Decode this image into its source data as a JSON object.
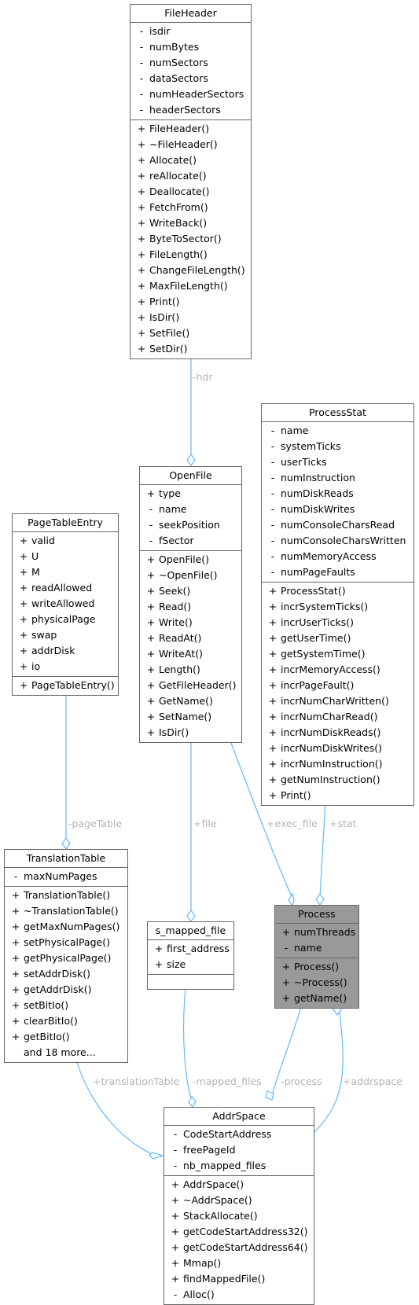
{
  "classes": {
    "fileheader": {
      "name": "FileHeader",
      "attributes": [
        {
          "vis": "-",
          "name": "isdir"
        },
        {
          "vis": "-",
          "name": "numBytes"
        },
        {
          "vis": "-",
          "name": "numSectors"
        },
        {
          "vis": "-",
          "name": "dataSectors"
        },
        {
          "vis": "-",
          "name": "numHeaderSectors"
        },
        {
          "vis": "-",
          "name": "headerSectors"
        }
      ],
      "methods": [
        {
          "vis": "+",
          "name": "FileHeader()"
        },
        {
          "vis": "+",
          "name": "~FileHeader()"
        },
        {
          "vis": "+",
          "name": "Allocate()"
        },
        {
          "vis": "+",
          "name": "reAllocate()"
        },
        {
          "vis": "+",
          "name": "Deallocate()"
        },
        {
          "vis": "+",
          "name": "FetchFrom()"
        },
        {
          "vis": "+",
          "name": "WriteBack()"
        },
        {
          "vis": "+",
          "name": "ByteToSector()"
        },
        {
          "vis": "+",
          "name": "FileLength()"
        },
        {
          "vis": "+",
          "name": "ChangeFileLength()"
        },
        {
          "vis": "+",
          "name": "MaxFileLength()"
        },
        {
          "vis": "+",
          "name": "Print()"
        },
        {
          "vis": "+",
          "name": "IsDir()"
        },
        {
          "vis": "+",
          "name": "SetFile()"
        },
        {
          "vis": "+",
          "name": "SetDir()"
        }
      ]
    },
    "processstat": {
      "name": "ProcessStat",
      "attributes": [
        {
          "vis": "-",
          "name": "name"
        },
        {
          "vis": "-",
          "name": "systemTicks"
        },
        {
          "vis": "-",
          "name": "userTicks"
        },
        {
          "vis": "-",
          "name": "numInstruction"
        },
        {
          "vis": "-",
          "name": "numDiskReads"
        },
        {
          "vis": "-",
          "name": "numDiskWrites"
        },
        {
          "vis": "-",
          "name": "numConsoleCharsRead"
        },
        {
          "vis": "-",
          "name": "numConsoleCharsWritten"
        },
        {
          "vis": "-",
          "name": "numMemoryAccess"
        },
        {
          "vis": "-",
          "name": "numPageFaults"
        }
      ],
      "methods": [
        {
          "vis": "+",
          "name": "ProcessStat()"
        },
        {
          "vis": "+",
          "name": "incrSystemTicks()"
        },
        {
          "vis": "+",
          "name": "incrUserTicks()"
        },
        {
          "vis": "+",
          "name": "getUserTime()"
        },
        {
          "vis": "+",
          "name": "getSystemTime()"
        },
        {
          "vis": "+",
          "name": "incrMemoryAccess()"
        },
        {
          "vis": "+",
          "name": "incrPageFault()"
        },
        {
          "vis": "+",
          "name": "incrNumCharWritten()"
        },
        {
          "vis": "+",
          "name": "incrNumCharRead()"
        },
        {
          "vis": "+",
          "name": "incrNumDiskReads()"
        },
        {
          "vis": "+",
          "name": "incrNumDiskWrites()"
        },
        {
          "vis": "+",
          "name": "incrNumInstruction()"
        },
        {
          "vis": "+",
          "name": "getNumInstruction()"
        },
        {
          "vis": "+",
          "name": "Print()"
        }
      ]
    },
    "openfile": {
      "name": "OpenFile",
      "attributes": [
        {
          "vis": "+",
          "name": "type"
        },
        {
          "vis": "-",
          "name": "name"
        },
        {
          "vis": "-",
          "name": "seekPosition"
        },
        {
          "vis": "-",
          "name": "fSector"
        }
      ],
      "methods": [
        {
          "vis": "+",
          "name": "OpenFile()"
        },
        {
          "vis": "+",
          "name": "~OpenFile()"
        },
        {
          "vis": "+",
          "name": "Seek()"
        },
        {
          "vis": "+",
          "name": "Read()"
        },
        {
          "vis": "+",
          "name": "Write()"
        },
        {
          "vis": "+",
          "name": "ReadAt()"
        },
        {
          "vis": "+",
          "name": "WriteAt()"
        },
        {
          "vis": "+",
          "name": "Length()"
        },
        {
          "vis": "+",
          "name": "GetFileHeader()"
        },
        {
          "vis": "+",
          "name": "GetName()"
        },
        {
          "vis": "+",
          "name": "SetName()"
        },
        {
          "vis": "+",
          "name": "IsDir()"
        }
      ]
    },
    "pagetableentry": {
      "name": "PageTableEntry",
      "attributes": [
        {
          "vis": "+",
          "name": "valid"
        },
        {
          "vis": "+",
          "name": "U"
        },
        {
          "vis": "+",
          "name": "M"
        },
        {
          "vis": "+",
          "name": "readAllowed"
        },
        {
          "vis": "+",
          "name": "writeAllowed"
        },
        {
          "vis": "+",
          "name": "physicalPage"
        },
        {
          "vis": "+",
          "name": "swap"
        },
        {
          "vis": "+",
          "name": "addrDisk"
        },
        {
          "vis": "+",
          "name": "io"
        }
      ],
      "methods": [
        {
          "vis": "+",
          "name": "PageTableEntry()"
        }
      ]
    },
    "translationtable": {
      "name": "TranslationTable",
      "attributes": [
        {
          "vis": "-",
          "name": "maxNumPages"
        }
      ],
      "methods": [
        {
          "vis": "+",
          "name": "TranslationTable()"
        },
        {
          "vis": "+",
          "name": "~TranslationTable()"
        },
        {
          "vis": "+",
          "name": "getMaxNumPages()"
        },
        {
          "vis": "+",
          "name": "setPhysicalPage()"
        },
        {
          "vis": "+",
          "name": "getPhysicalPage()"
        },
        {
          "vis": "+",
          "name": "setAddrDisk()"
        },
        {
          "vis": "+",
          "name": "getAddrDisk()"
        },
        {
          "vis": "+",
          "name": "setBitIo()"
        },
        {
          "vis": "+",
          "name": "clearBitIo()"
        },
        {
          "vis": "+",
          "name": "getBitIo()"
        }
      ],
      "more": "and 18 more..."
    },
    "smappedfile": {
      "name": "s_mapped_file",
      "attributes": [
        {
          "vis": "+",
          "name": "first_address"
        },
        {
          "vis": "+",
          "name": "size"
        }
      ],
      "methods": []
    },
    "process": {
      "name": "Process",
      "attributes": [
        {
          "vis": "+",
          "name": "numThreads"
        },
        {
          "vis": "-",
          "name": "name"
        }
      ],
      "methods": [
        {
          "vis": "+",
          "name": "Process()"
        },
        {
          "vis": "+",
          "name": "~Process()"
        },
        {
          "vis": "+",
          "name": "getName()"
        }
      ]
    },
    "addrspace": {
      "name": "AddrSpace",
      "attributes": [
        {
          "vis": "-",
          "name": "CodeStartAddress"
        },
        {
          "vis": "-",
          "name": "freePageId"
        },
        {
          "vis": "-",
          "name": "nb_mapped_files"
        }
      ],
      "methods": [
        {
          "vis": "+",
          "name": "AddrSpace()"
        },
        {
          "vis": "+",
          "name": "~AddrSpace()"
        },
        {
          "vis": "+",
          "name": "StackAllocate()"
        },
        {
          "vis": "+",
          "name": "getCodeStartAddress32()"
        },
        {
          "vis": "+",
          "name": "getCodeStartAddress64()"
        },
        {
          "vis": "+",
          "name": "Mmap()"
        },
        {
          "vis": "+",
          "name": "findMappedFile()"
        },
        {
          "vis": "-",
          "name": "Alloc()"
        }
      ]
    }
  },
  "edge_labels": {
    "hdr": "-hdr",
    "pageTable": "-pageTable",
    "file": "+file",
    "exec_file": "+exec_file",
    "stat": "+stat",
    "translationTable": "+translationTable",
    "mapped_files": "-mapped_files",
    "process": "-process",
    "addrspace": "+addrspace"
  },
  "colors": {
    "edge": "#63b8ff",
    "edge_label": "#b4b4b4",
    "border": "#666666",
    "highlight_fill": "#999999"
  }
}
